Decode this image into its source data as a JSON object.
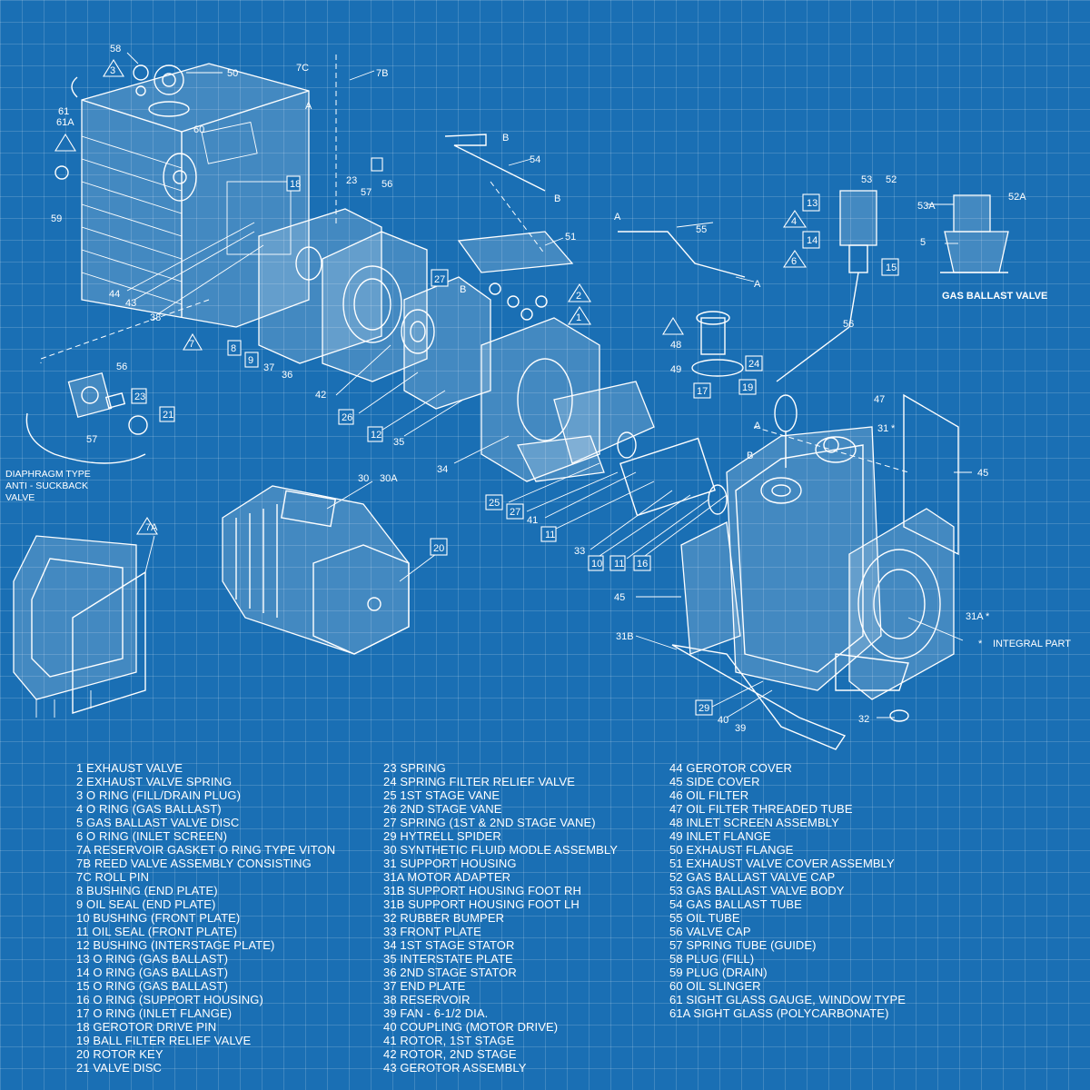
{
  "callouts": {
    "diaphragm_lines": [
      "DIAPHRAGM TYPE",
      "ANTI - SUCKBACK",
      "VALVE"
    ],
    "gas_ballast_valve": "GAS BALLAST VALVE",
    "integral_part": "INTEGRAL PART",
    "star": "*"
  },
  "part_numbers": {
    "p58": "58",
    "p50": "50",
    "p7c": "7C",
    "p7b": "7B",
    "p61": "61",
    "p61a": "61A",
    "p60": "60",
    "p59": "59",
    "pA1": "A",
    "p18": "18",
    "p23": "23",
    "p57a": "57",
    "p56a": "56",
    "pB1": "B",
    "p54": "54",
    "pB2": "B",
    "p53": "53",
    "p52": "52",
    "p13": "13",
    "p14": "14",
    "p15": "15",
    "p53a": "53A",
    "p52a": "52A",
    "p5": "5",
    "pA2": "A",
    "p55": "55",
    "pA3": "A",
    "p51": "51",
    "pB3": "B",
    "p27": "27",
    "p44": "44",
    "p43": "43",
    "p38": "38",
    "p8": "8",
    "p9": "9",
    "p37": "37",
    "p36": "36",
    "p42": "42",
    "p26": "26",
    "p12": "12",
    "p35": "35",
    "p34": "34",
    "p56b": "56",
    "p23b": "23",
    "p21": "21",
    "p57b": "57",
    "p48": "48",
    "p49": "49",
    "p17": "17",
    "p56c": "56",
    "p24": "24",
    "p19": "19",
    "p47": "47",
    "p31": "31",
    "pA4": "A",
    "pB4": "B",
    "p45a": "45",
    "p30": "30",
    "p30a": "30A",
    "p20": "20",
    "p7a": "7A",
    "p25": "25",
    "p27b": "27",
    "p41": "41",
    "p11a": "11",
    "p33": "33",
    "p10": "10",
    "p11b": "11",
    "p16": "16",
    "p45b": "45",
    "p31b": "31B",
    "p31a": "31A",
    "p29": "29",
    "p40": "40",
    "p39": "39",
    "p32": "32",
    "pT1": "1",
    "pT2": "2",
    "pT3": "3",
    "pT4": "4",
    "pT6": "6",
    "pT7": "7"
  },
  "legend": {
    "col1": [
      "1 EXHAUST VALVE",
      "2 EXHAUST VALVE SPRING",
      "3 O RING (FILL/DRAIN PLUG)",
      "4 O RING (GAS BALLAST)",
      "5 GAS BALLAST VALVE DISC",
      "6 O RING (INLET SCREEN)",
      "7A RESERVOIR GASKET O RING TYPE VITON",
      "7B REED VALVE ASSEMBLY CONSISTING",
      "7C ROLL PIN",
      "8 BUSHING (END PLATE)",
      "9 OIL SEAL (END PLATE)",
      "10 BUSHING (FRONT PLATE)",
      "11 OIL SEAL (FRONT PLATE)",
      "12 BUSHING (INTERSTAGE PLATE)",
      "13 O RING (GAS BALLAST)",
      "14 O RING (GAS BALLAST)",
      "15 O RING (GAS BALLAST)",
      "16 O RING (SUPPORT HOUSING)",
      "17 O RING (INLET FLANGE)",
      "18 GEROTOR DRIVE PIN",
      "19 BALL FILTER RELIEF VALVE",
      "20 ROTOR KEY",
      "21 VALVE DISC"
    ],
    "col2": [
      "23 SPRING",
      "24 SPRING FILTER RELIEF VALVE",
      "25 1ST STAGE VANE",
      "26 2ND STAGE VANE",
      "27 SPRING (1ST & 2ND STAGE VANE)",
      "29 HYTRELL SPIDER",
      "30 SYNTHETIC FLUID MODLE ASSEMBLY",
      "31 SUPPORT HOUSING",
      "31A MOTOR ADAPTER",
      "31B SUPPORT HOUSING FOOT RH",
      "31B SUPPORT HOUSING FOOT LH",
      "32 RUBBER BUMPER",
      "33 FRONT PLATE",
      "34 1ST STAGE STATOR",
      "35 INTERSTATE PLATE",
      "36 2ND STAGE STATOR",
      "37 END PLATE",
      "38 RESERVOIR",
      "39 FAN - 6-1/2 DIA.",
      "40 COUPLING (MOTOR DRIVE)",
      "41 ROTOR, 1ST STAGE",
      "42 ROTOR, 2ND STAGE",
      "43 GEROTOR ASSEMBLY"
    ],
    "col3": [
      "44 GEROTOR COVER",
      "45 SIDE COVER",
      "46 OIL FILTER",
      "47 OIL FILTER THREADED TUBE",
      "48 INLET SCREEN ASSEMBLY",
      "49 INLET FLANGE",
      "50 EXHAUST FLANGE",
      "51 EXHAUST VALVE COVER ASSEMBLY",
      "52 GAS BALLAST VALVE CAP",
      "53 GAS BALLAST VALVE BODY",
      "54 GAS BALLAST TUBE",
      "55 OIL TUBE",
      "56 VALVE CAP",
      "57 SPRING TUBE (GUIDE)",
      "58 PLUG (FILL)",
      "59 PLUG (DRAIN)",
      "60 OIL SLINGER",
      "61 SIGHT GLASS GAUGE, WINDOW TYPE",
      "61A SIGHT GLASS (POLYCARBONATE)"
    ]
  }
}
